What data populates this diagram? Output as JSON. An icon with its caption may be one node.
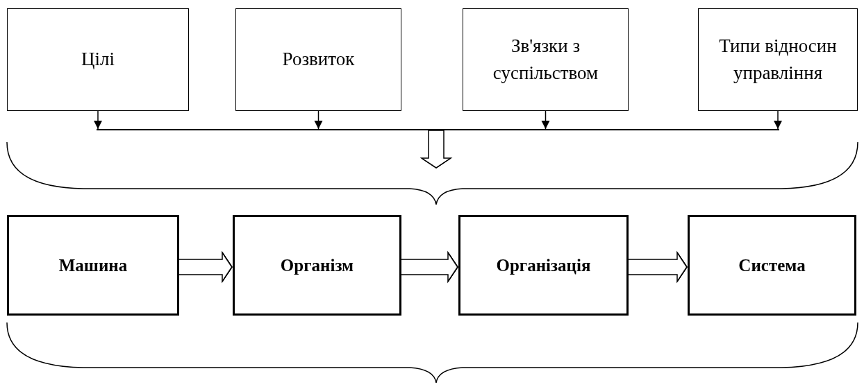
{
  "diagram": {
    "nodes": [
      {
        "text": [
          "Цілі"
        ]
      },
      {
        "text": [
          "Розвиток"
        ]
      },
      {
        "text": [
          "Зв'язки з суспільством"
        ]
      },
      {
        "text": [
          "Типи відносин управління"
        ]
      },
      {
        "text": [],
        "shape": "bar"
      },
      {
        "text": [
          "Машина"
        ]
      },
      {
        "text": [
          "Організм"
        ]
      },
      {
        "text": [
          "Організація"
        ]
      },
      {
        "text": [
          "Система"
        ]
      }
    ],
    "edges": [
      {
        "from": 0,
        "to": 4,
        "arrow": "to"
      },
      {
        "from": 1,
        "to": 4,
        "arrow": "to"
      },
      {
        "from": 2,
        "to": 4,
        "arrow": "to"
      },
      {
        "from": 3,
        "to": 4,
        "arrow": "to"
      },
      {
        "from": 4,
        "to": null,
        "arrow": "to"
      },
      {
        "from": 5,
        "to": 6,
        "arrow": "to"
      },
      {
        "from": 6,
        "to": 7,
        "arrow": "to"
      },
      {
        "from": 7,
        "to": 8,
        "arrow": "to"
      }
    ]
  }
}
